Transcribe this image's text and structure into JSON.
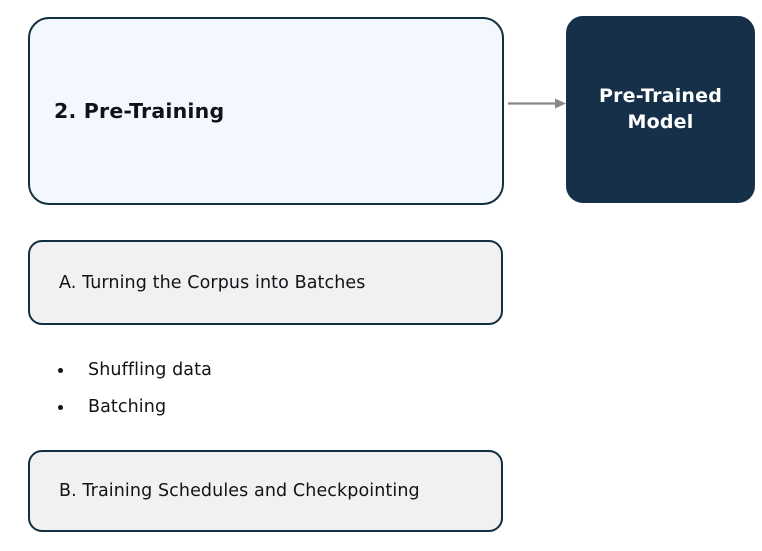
{
  "diagram": {
    "type": "flowchart",
    "background_color": "#ffffff",
    "nodes": [
      {
        "id": "pre-training",
        "label": "2. Pre-Training",
        "shape": "rounded-rectangle",
        "fill_color": "#f2f8fd",
        "border_color": "#12303f",
        "text_color": "#101418"
      },
      {
        "id": "pre-trained-model",
        "label_line1": "Pre-Trained",
        "label_line2": "Model",
        "shape": "rounded-rectangle",
        "fill_color": "#17304a",
        "border_color": "#17304a",
        "text_color": "#ffffff"
      },
      {
        "id": "section-a",
        "label": "A. Turning the Corpus into Batches",
        "shape": "rounded-rectangle",
        "fill_color": "#f1f1f1",
        "border_color": "#12303f",
        "text_color": "#101418"
      },
      {
        "id": "section-b",
        "label": "B. Training Schedules and Checkpointing",
        "shape": "rounded-rectangle",
        "fill_color": "#f1f1f1",
        "border_color": "#12303f",
        "text_color": "#101418"
      }
    ],
    "edges": [
      {
        "id": "edge-pretraining-to-model",
        "from": "pre-training",
        "to": "pre-trained-model",
        "style": "solid-arrow",
        "color": "#888888"
      }
    ],
    "bullets": [
      {
        "label": "Shuffling data",
        "marker": "bullet-dot"
      },
      {
        "label": "Batching",
        "marker": "bullet-dot"
      }
    ]
  }
}
